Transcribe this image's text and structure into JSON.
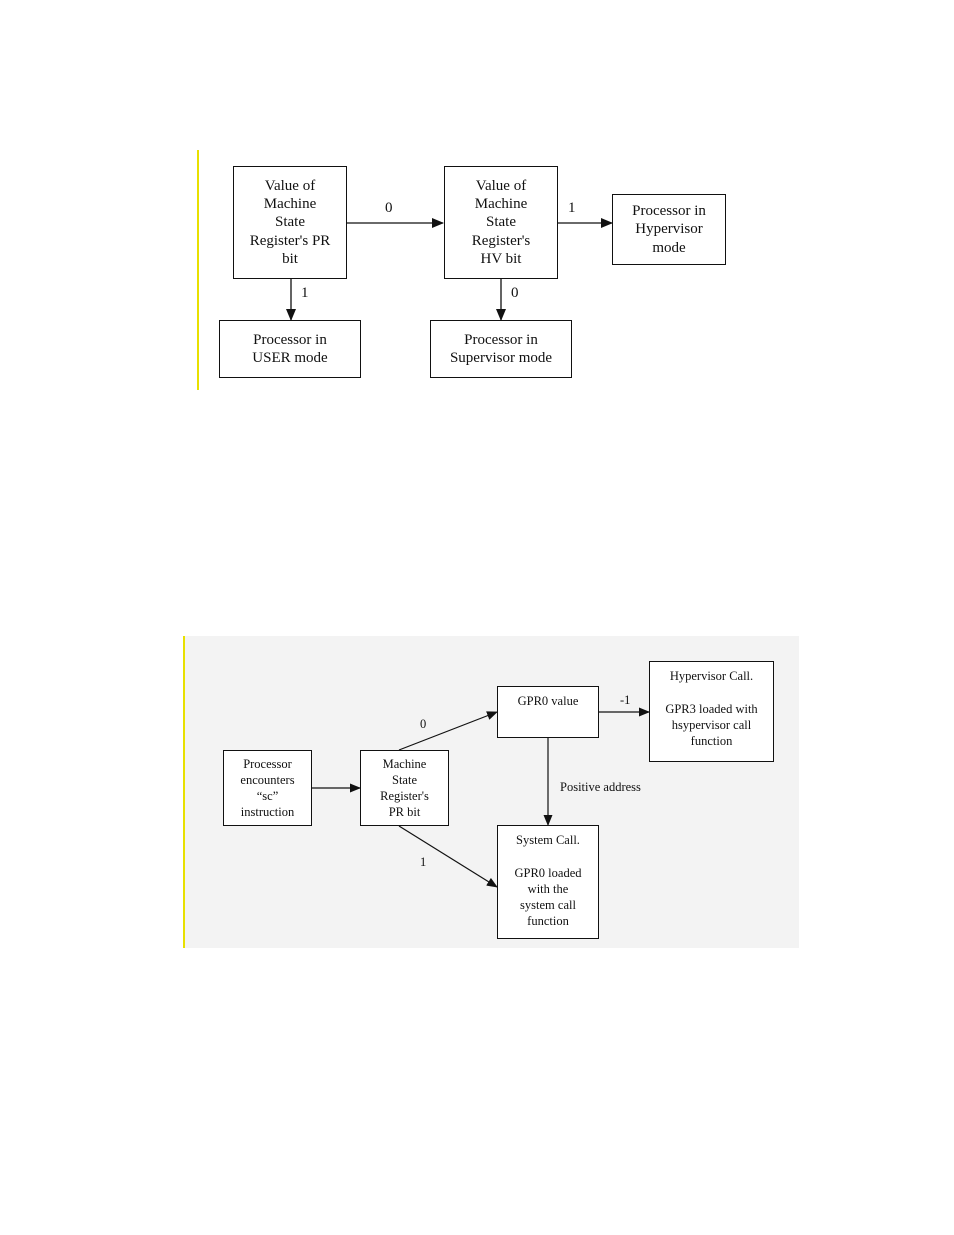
{
  "colors": {
    "accent": "#e8e000",
    "panel2_background": "#f3f3f3",
    "line": "#111111"
  },
  "diagram1": {
    "nodes": {
      "pr_bit": "Value of\nMachine\nState\nRegister's PR\nbit",
      "hv_bit": "Value of\nMachine\nState\nRegister's\nHV bit",
      "hypervisor_mode": "Processor in\nHypervisor\nmode",
      "user_mode": "Processor in\nUSER mode",
      "supervisor_mode": "Processor in\nSupervisor mode"
    },
    "edges": {
      "pr_to_hv": "0",
      "hv_to_hypervisor": "1",
      "pr_to_user": "1",
      "hv_to_supervisor": "0"
    }
  },
  "diagram2": {
    "nodes": {
      "sc_instruction": "Processor\nencounters\n“sc”\ninstruction",
      "pr_bit": "Machine\nState\nRegister's\nPR bit",
      "gpr0_value": "GPR0 value",
      "hypervisor_call": "Hypervisor Call.\n\nGPR3 loaded with\nhsypervisor call\nfunction",
      "system_call": "System Call.\n\nGPR0 loaded\nwith the\nsystem call\nfunction"
    },
    "edges": {
      "pr_to_gpr0": "0",
      "gpr0_to_hypervisor": "-1",
      "gpr0_to_system": "Positive address",
      "pr_to_system": "1"
    }
  }
}
